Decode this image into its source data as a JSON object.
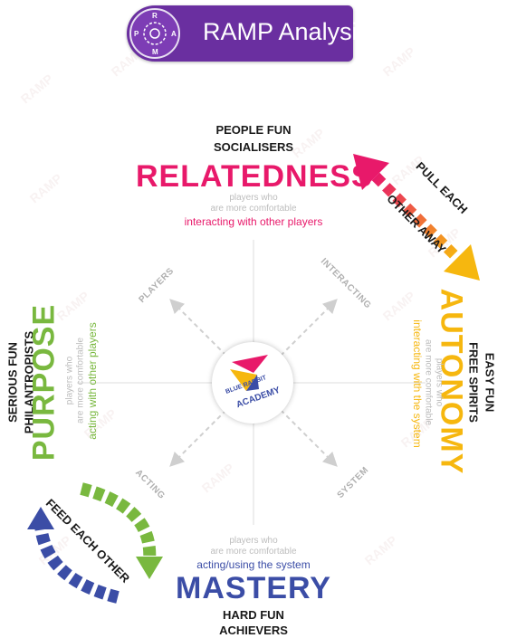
{
  "header": {
    "title": "RAMP Analysis",
    "logo_letters": [
      "R",
      "A",
      "M",
      "P"
    ]
  },
  "relatedness": {
    "type_line1": "PEOPLE FUN",
    "type_line2": "SOCIALISERS",
    "title": "RELATEDNESS",
    "desc1": "players who",
    "desc2": "are more comfortable",
    "desc3": "interacting with other players",
    "color": "#e8196a"
  },
  "autonomy": {
    "type_line1": "EASY FUN",
    "type_line2": "FREE SPIRITS",
    "title": "AUTONOMY",
    "desc1": "players who",
    "desc2": "are more comfortable",
    "desc3": "interacting with the system",
    "color": "#f6b70f"
  },
  "purpose": {
    "type_line1": "SERIOUS FUN",
    "type_line2": "PHILANTROPISTS",
    "title": "PURPOSE",
    "desc1": "players who",
    "desc2": "are more comfortable",
    "desc3": "acting with other players",
    "color": "#79b83f"
  },
  "mastery": {
    "type_line1": "HARD FUN",
    "type_line2": "ACHIEVERS",
    "title": "MASTERY",
    "desc1": "players who",
    "desc2": "are more comfortable",
    "desc3": "acting/using the system",
    "color": "#3b4da6"
  },
  "axes": {
    "players": "PLAYERS",
    "interacting": "INTERACTING",
    "acting": "ACTING",
    "system": "SYSTEM"
  },
  "arrows": {
    "pull_line1": "PULL EACH",
    "pull_line2": "OTHER AWAY",
    "feed": "FEED EACH OTHER"
  },
  "center_logo": {
    "line1": "BLUE RABBIT",
    "line2": "ACADEMY"
  },
  "watermark": "RAMP"
}
